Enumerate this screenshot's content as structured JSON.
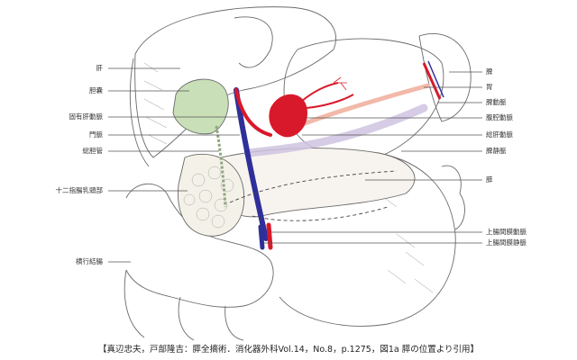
{
  "labels_left": {
    "liver": "肝",
    "gallbladder": "胆嚢",
    "proper_hepatic_artery": "固有肝動脈",
    "portal_vein": "門脈",
    "common_bile_duct": "総胆管",
    "duodenal_papilla": "十二指腸乳頭部",
    "transverse_colon": "横行結腸"
  },
  "labels_right": {
    "spleen": "脾",
    "stomach": "胃",
    "splenic_artery": "脾動脈",
    "celiac_artery": "腹腔動脈",
    "common_hepatic_artery": "総肝動脈",
    "splenic_vein": "脾静脈",
    "pancreas": "膵",
    "superior_mesenteric_artery": "上腸間膜動脈",
    "superior_mesenteric_vein": "上腸間膜静脈"
  },
  "caption": "【真辺忠夫，戸部隆吉：膵全摘術．消化器外科Vol.14，No.8，p.1275，図1a 膵の位置より引用】",
  "colors": {
    "artery": "#d8192b",
    "vein": "#2f2f9a",
    "gallbladder": "#c9dfb8",
    "splenic_vessel_pink": "#f2b9a9",
    "splenic_vein_lilac": "#cfc3e0",
    "line": "#555555"
  }
}
